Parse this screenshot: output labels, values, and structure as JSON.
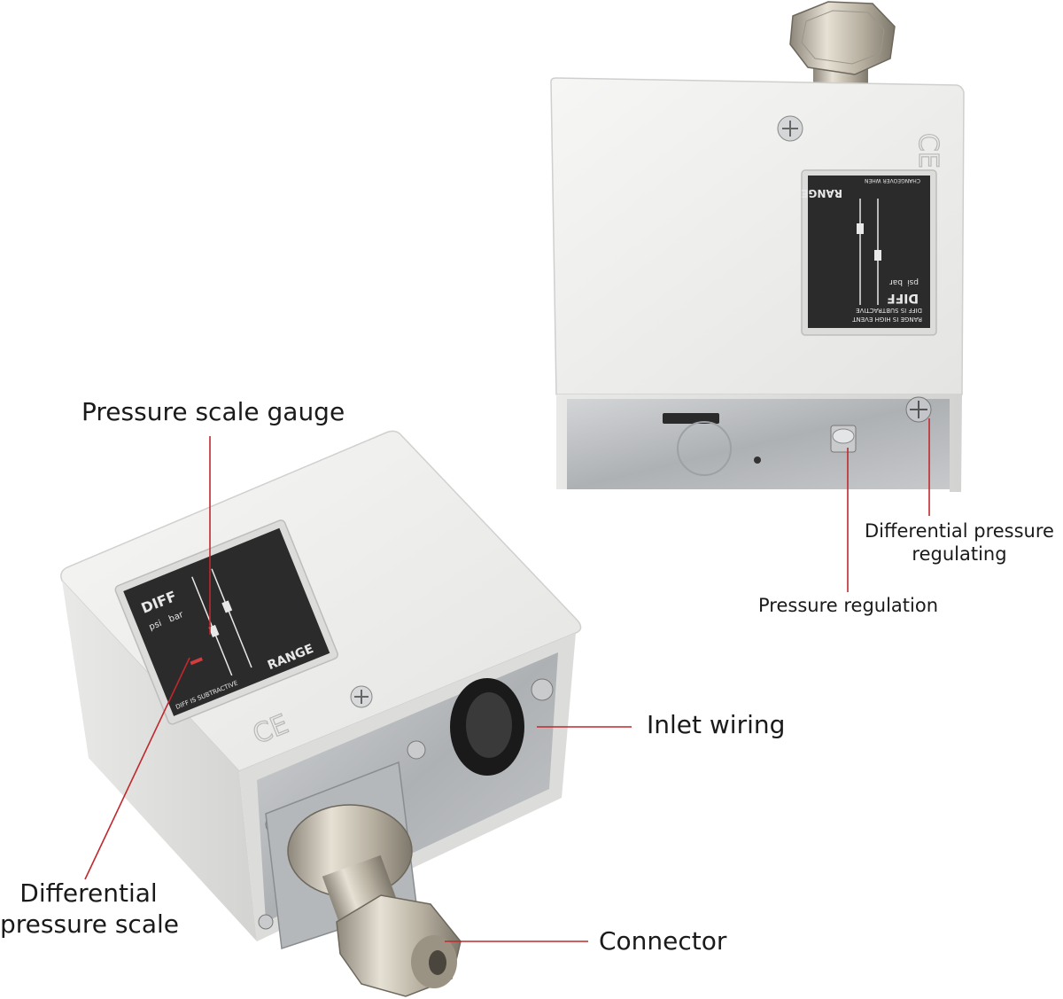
{
  "callouts": {
    "pressure_scale_gauge": "Pressure scale gauge",
    "differential_pressure_scale_line1": "Differential",
    "differential_pressure_scale_line2": "pressure scale",
    "inlet_wiring": "Inlet wiring",
    "connector": "Connector",
    "pressure_regulation": "Pressure regulation",
    "differential_pressure_regulating_line1": "Differential pressure",
    "differential_pressure_regulating_line2": "regulating"
  },
  "front_device": {
    "diff_label": "DIFF",
    "range_label": "RANGE",
    "psi_label": "psi",
    "bar_label": "bar",
    "subtractive_text": "DIFF IS SUBTRACTIVE",
    "ce_mark": "CE"
  },
  "back_device": {
    "diff_label": "DIFF",
    "range_label": "RANGE",
    "psi_label": "psi",
    "bar_label": "bar",
    "notice_line1": "RANGE IS HIGH EVENT",
    "notice_line2": "DIFF IS SUBTRACTIVE",
    "notice_line3": "CHANGEOVER WHEN",
    "ce_mark": "CE"
  },
  "colors": {
    "callout_line": "#c0282d",
    "housing": "#ececea",
    "housing_shade": "#d6d6d4",
    "metal": "#b9bcbf",
    "gauge_face": "#2b2b2b",
    "brass_nut": "#c9c3b3"
  }
}
